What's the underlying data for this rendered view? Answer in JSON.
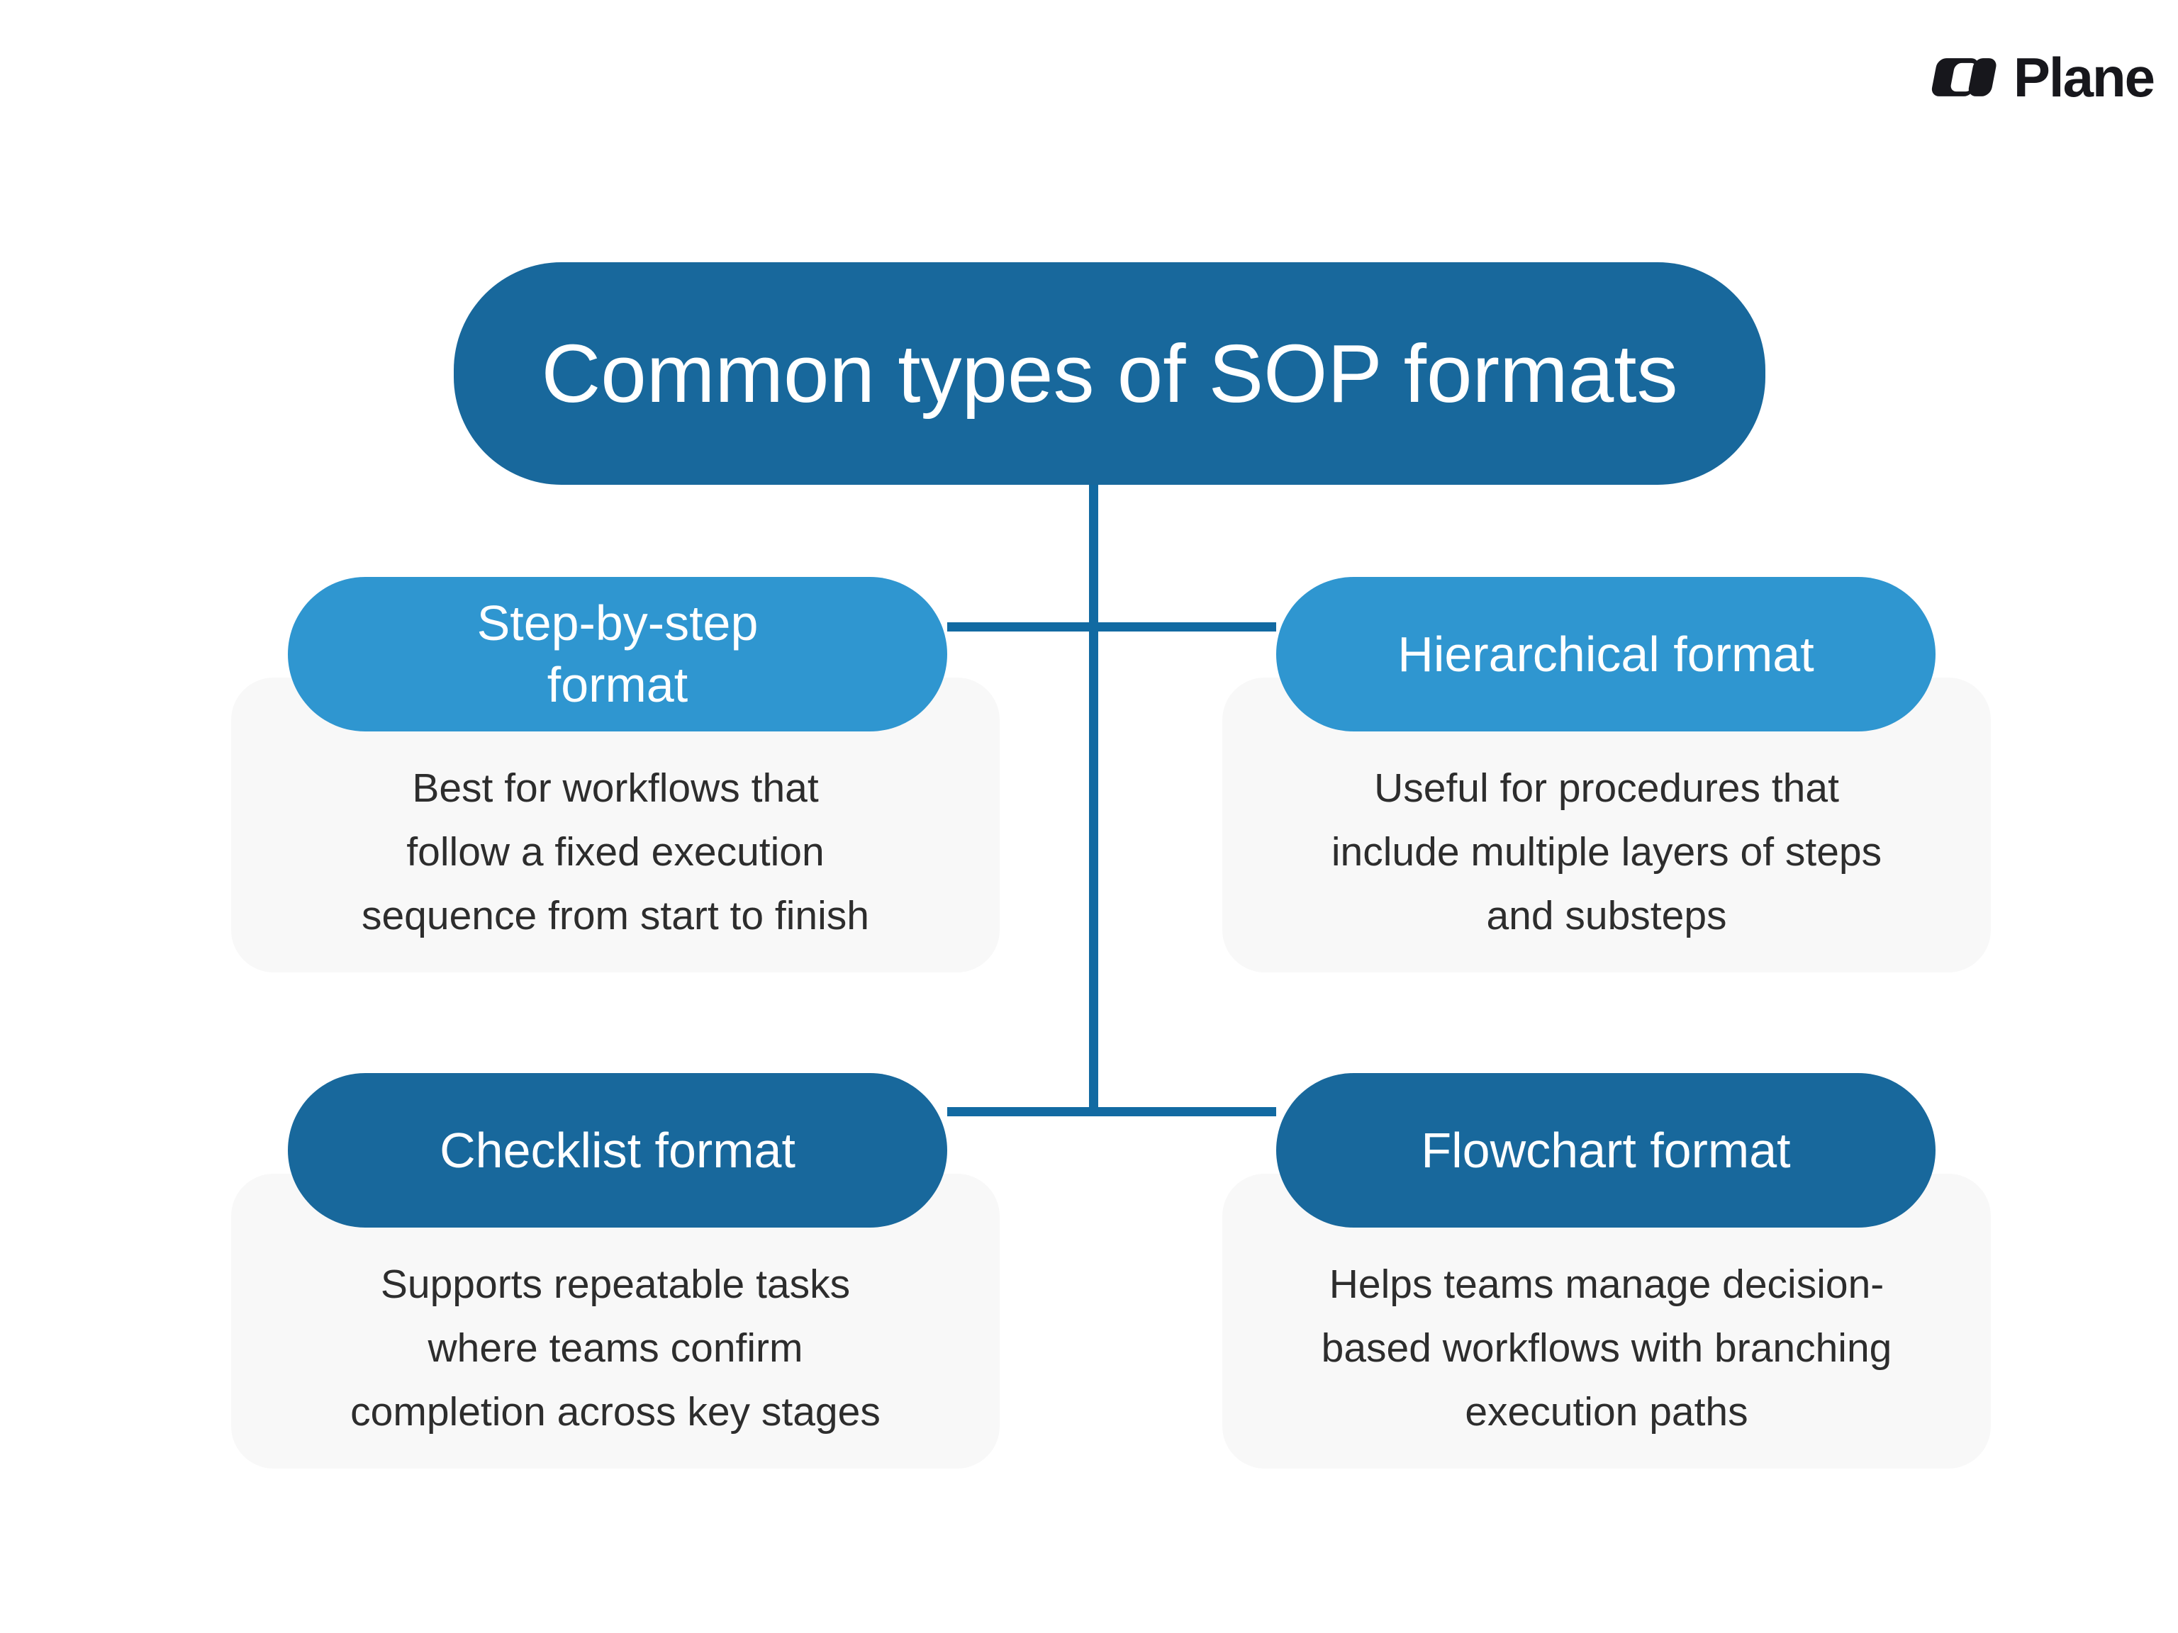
{
  "brand": {
    "name": "Plane"
  },
  "colors": {
    "dark_blue": "#18689C",
    "light_blue": "#2F96D0",
    "connector_blue": "#126AA2",
    "card_background": "#F8F8F8",
    "title_text": "#FFFFFF",
    "description_text": "#2D2D2D",
    "logo_text": "#17171C",
    "page_background": "#FFFFFF"
  },
  "diagram": {
    "title": "Common types of SOP formats",
    "nodes": [
      {
        "label": "Step-by-step format",
        "variant": "light",
        "label_lines": [
          "Step-by-step",
          "format"
        ],
        "description": "Best for workflows that follow a fixed execution sequence from start to finish",
        "description_lines": [
          "Best for workflows that",
          "follow a fixed execution",
          "sequence from start to finish"
        ]
      },
      {
        "label": "Hierarchical format",
        "variant": "light",
        "label_lines": [
          "Hierarchical format"
        ],
        "description": "Useful for procedures that include multiple layers of steps and substeps",
        "description_lines": [
          "Useful for procedures that",
          "include multiple layers of steps",
          "and substeps"
        ]
      },
      {
        "label": "Checklist format",
        "variant": "dark",
        "label_lines": [
          "Checklist format"
        ],
        "description": "Supports repeatable tasks where teams confirm completion across key stages",
        "description_lines": [
          "Supports repeatable tasks",
          "where teams confirm",
          "completion across key stages"
        ]
      },
      {
        "label": "Flowchart format",
        "variant": "dark",
        "label_lines": [
          "Flowchart format"
        ],
        "description": "Helps teams manage decision-based workflows with branching execution paths",
        "description_lines": [
          "Helps teams manage decision-",
          "based workflows with branching",
          "execution paths"
        ]
      }
    ]
  }
}
